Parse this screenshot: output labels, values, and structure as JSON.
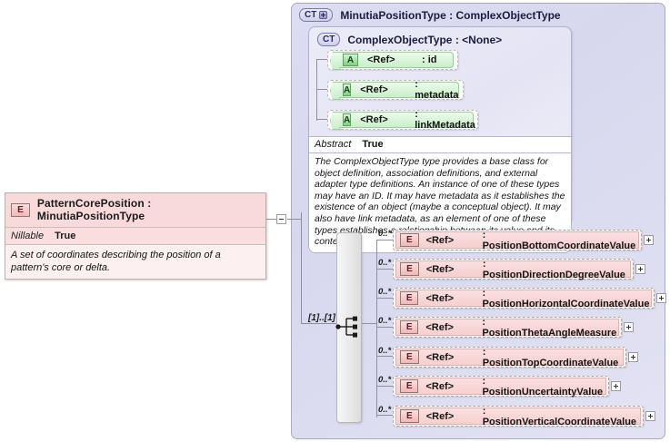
{
  "root_element": {
    "badge": "E",
    "title": "PatternCorePosition : MinutiaPositionType",
    "nillable_label": "Nillable",
    "nillable_value": "True",
    "documentation": "A set of coordinates describing the position of a pattern's core or delta.",
    "expander": "minus"
  },
  "complex_type": {
    "badge": "CT",
    "badge_state": "expanded-plus",
    "title": "MinutiaPositionType : ComplexObjectType"
  },
  "base_type": {
    "badge": "CT",
    "title": "ComplexObjectType : <None>",
    "abstract_label": "Abstract",
    "abstract_value": "True",
    "documentation": "The ComplexObjectType type provides a base class for object definition, association definitions, and external adapter type definitions. An instance of one of these types may have an ID. It may have metadata as it establishes the existence of an object (maybe a conceptual object). It may also have link metadata, as an element of one of these types establishes a relationship between its value and its context."
  },
  "attributes": [
    {
      "badge": "A",
      "ref": "<Ref>",
      "name": ": id"
    },
    {
      "badge": "A",
      "ref": "<Ref>",
      "name": ": metadata"
    },
    {
      "badge": "A",
      "ref": "<Ref>",
      "name": ": linkMetadata"
    }
  ],
  "compositor": {
    "kind": "all",
    "occurs": "[1]..[1]"
  },
  "elements": [
    {
      "badge": "E",
      "ref": "<Ref>",
      "name": ": PositionBottomCoordinateValue",
      "occurs": "0..*",
      "expander": "plus"
    },
    {
      "badge": "E",
      "ref": "<Ref>",
      "name": ": PositionDirectionDegreeValue",
      "occurs": "0..*",
      "expander": "plus"
    },
    {
      "badge": "E",
      "ref": "<Ref>",
      "name": ": PositionHorizontalCoordinateValue",
      "occurs": "0..*",
      "expander": "plus"
    },
    {
      "badge": "E",
      "ref": "<Ref>",
      "name": ": PositionThetaAngleMeasure",
      "occurs": "0..*",
      "expander": "plus"
    },
    {
      "badge": "E",
      "ref": "<Ref>",
      "name": ": PositionTopCoordinateValue",
      "occurs": "0..*",
      "expander": "plus"
    },
    {
      "badge": "E",
      "ref": "<Ref>",
      "name": ": PositionUncertaintyValue",
      "occurs": "0..*",
      "expander": "plus"
    },
    {
      "badge": "E",
      "ref": "<Ref>",
      "name": ": PositionVerticalCoordinateValue",
      "occurs": "0..*",
      "expander": "plus"
    }
  ],
  "colors": {
    "element_fill": "#f9dada",
    "attribute_fill": "#c9eec9",
    "container_fill": "#dcdcf2",
    "accent_border": "#a9a9c4"
  }
}
